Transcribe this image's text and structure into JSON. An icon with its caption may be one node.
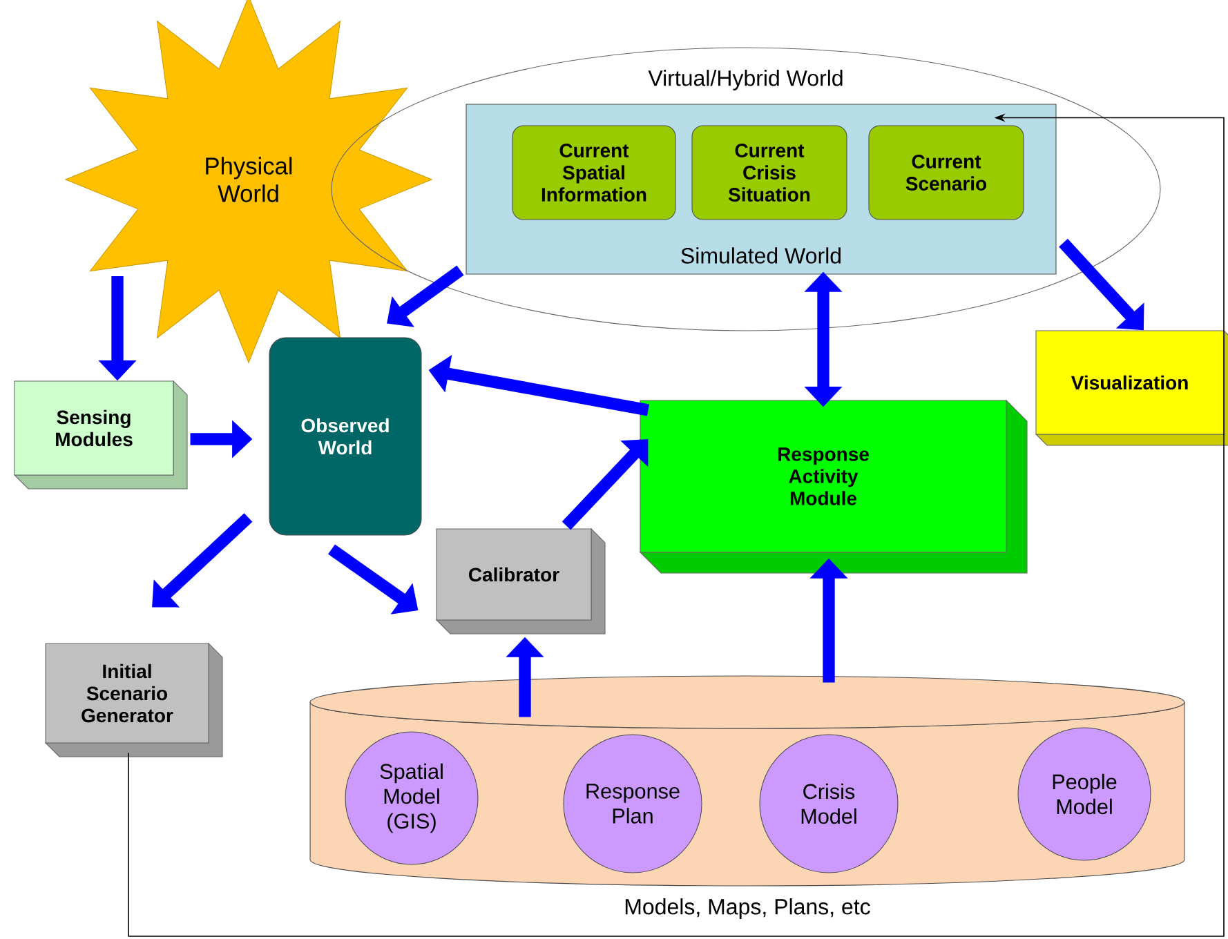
{
  "diagram": {
    "nodes": [
      {
        "text": [
          "Physical World"
        ]
      },
      {
        "text": [
          "Virtual/Hybrid World"
        ]
      },
      {
        "text": [
          "Simulated World"
        ],
        "in": 1
      },
      {
        "text": [
          "Current Spatial Information"
        ],
        "in": 2
      },
      {
        "text": [
          "Current Crisis Situation"
        ],
        "in": 2
      },
      {
        "text": [
          "Current Scenario"
        ],
        "in": 2
      },
      {
        "text": [
          "Sensing Modules"
        ]
      },
      {
        "text": [
          "Observed World"
        ]
      },
      {
        "text": [
          "Visualization"
        ]
      },
      {
        "text": [
          "Response Activity Module"
        ]
      },
      {
        "text": [
          "Calibrator"
        ]
      },
      {
        "text": [
          "Initial Scenario Generator"
        ]
      },
      {
        "text": [
          "Models, Maps, Plans, etc"
        ]
      },
      {
        "text": [
          "Spatial Model (GIS)"
        ],
        "in": 12
      },
      {
        "text": [
          "Response Plan"
        ],
        "in": 12
      },
      {
        "text": [
          "Crisis Model"
        ],
        "in": 12
      },
      {
        "text": [
          "People Model"
        ],
        "in": 12
      }
    ],
    "edges": [
      {
        "from": 0,
        "to": 6,
        "arrow": "to"
      },
      {
        "from": 6,
        "to": 7,
        "arrow": "to"
      },
      {
        "from": 2,
        "to": 7,
        "arrow": "to"
      },
      {
        "from": 2,
        "to": 8,
        "arrow": "to"
      },
      {
        "from": 2,
        "to": 9,
        "arrow": "both"
      },
      {
        "from": 9,
        "to": 7,
        "arrow": "to"
      },
      {
        "from": 10,
        "to": 9,
        "arrow": "to"
      },
      {
        "from": 7,
        "to": 11,
        "arrow": "to"
      },
      {
        "from": 7,
        "to": 10,
        "arrow": "to"
      },
      {
        "from": 12,
        "to": 10,
        "arrow": "to"
      },
      {
        "from": 12,
        "to": 9,
        "arrow": "to"
      },
      {
        "from": 11,
        "to": 2,
        "arrow": "to",
        "color": "#000000"
      }
    ]
  }
}
